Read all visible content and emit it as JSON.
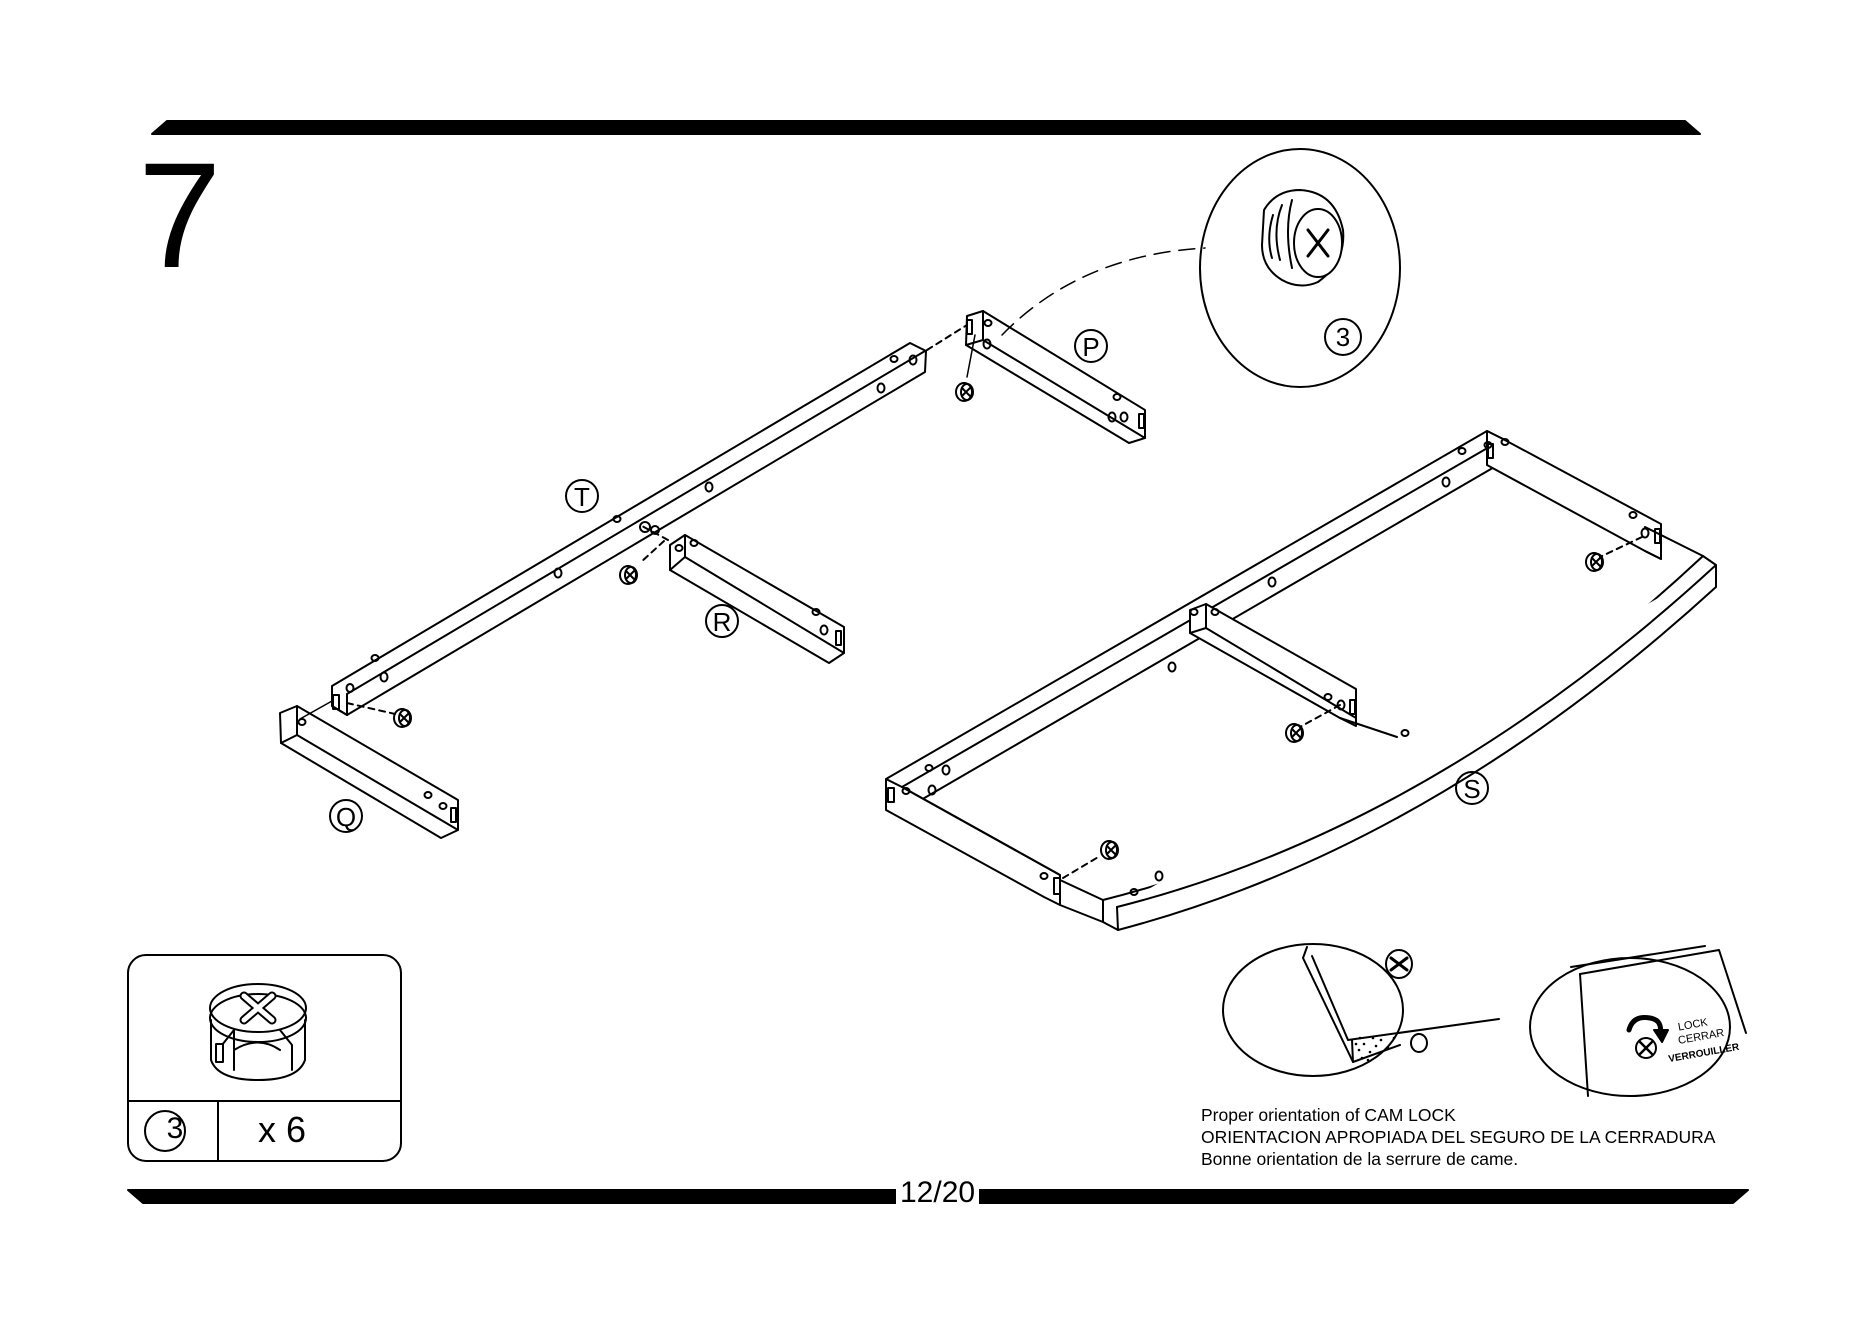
{
  "step": {
    "number": "7"
  },
  "page": {
    "number": "12/20"
  },
  "parts": {
    "P": "P",
    "Q": "Q",
    "R": "R",
    "S": "S",
    "T": "T"
  },
  "hardware": {
    "detail_number": "3",
    "table_number": "3",
    "quantity": "x 6"
  },
  "cam_lock_note": {
    "lines": [
      "Proper orientation of CAM LOCK",
      "ORIENTACION APROPIADA DEL SEGURO DE LA CERRADURA",
      "Bonne orientation de la serrure de came."
    ],
    "lock_words": [
      "LOCK",
      "CERRAR",
      "VERROUILLER"
    ]
  },
  "icons": {
    "cam_lock": "cam-lock-icon",
    "rotate_arrow": "rotate-arrow-icon"
  }
}
